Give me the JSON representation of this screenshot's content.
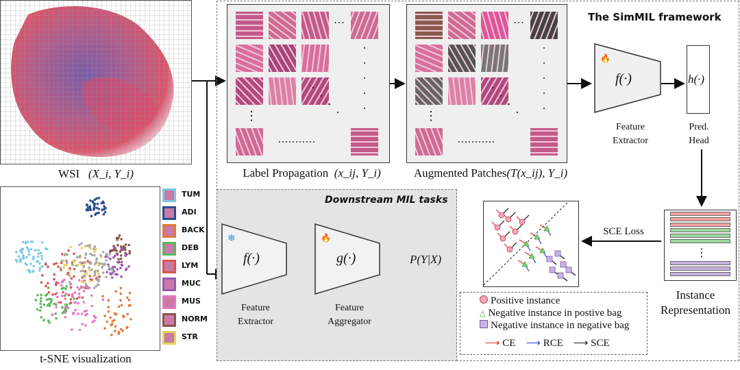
{
  "wsi": {
    "label": "WSI",
    "math": "(X_i, Y_i)"
  },
  "tsne": {
    "label": "t-SNE visualization",
    "legend": [
      {
        "name": "TUM",
        "color": "#7ec8e3"
      },
      {
        "name": "ADI",
        "color": "#2a4d8f"
      },
      {
        "name": "BACK",
        "color": "#e07b39"
      },
      {
        "name": "DEB",
        "color": "#5cb85c"
      },
      {
        "name": "LYM",
        "color": "#d9534f"
      },
      {
        "name": "MUC",
        "color": "#9b59b6"
      },
      {
        "name": "MUS",
        "color": "#e377c2"
      },
      {
        "name": "NORM",
        "color": "#8c564b"
      },
      {
        "name": "STR",
        "color": "#e8d35a"
      }
    ]
  },
  "simmil": {
    "title": "The SimMIL framework"
  },
  "label_propagation": {
    "label": "Label Propagation",
    "math": "(x_ij, Y_i)"
  },
  "augmented": {
    "label": "Augmented Patches",
    "math": "(T(x_ij), Y_i)"
  },
  "feature_extractor": {
    "func": "f(·)",
    "label_line1": "Feature",
    "label_line2": "Extractor",
    "flame": "🔥"
  },
  "pred_head": {
    "func": "h(·)",
    "label_line1": "Pred.",
    "label_line2": "Head"
  },
  "instance_repr": {
    "label_line1": "Instance",
    "label_line2": "Representation",
    "dots": "⋮"
  },
  "sce_loss": {
    "label": "SCE Loss"
  },
  "downstream": {
    "title": "Downstream MIL tasks",
    "extractor": {
      "func": "f(·)",
      "label_line1": "Feature",
      "label_line2": "Extractor",
      "frozen": "❄"
    },
    "aggregator": {
      "func": "g(·)",
      "label_line1": "Feature",
      "label_line2": "Aggregator",
      "flame": "🔥"
    },
    "output": "P(Y|X)"
  },
  "legend": {
    "positive": "Positive instance",
    "neg_pos_bag": "Negative instance in postive bag",
    "neg_neg_bag": "Negative instance in negative bag",
    "ce": "CE",
    "rce": "RCE",
    "sce": "SCE"
  },
  "dots_h": "...........",
  "dots_v": "⋮",
  "dots_short": "…",
  "colors": {
    "ce": "#e8262b",
    "rce": "#1f3fd9",
    "sce": "#111111",
    "pink": "#f2a7b5",
    "green": "#7fd97f",
    "lav": "#c9b3e6"
  }
}
